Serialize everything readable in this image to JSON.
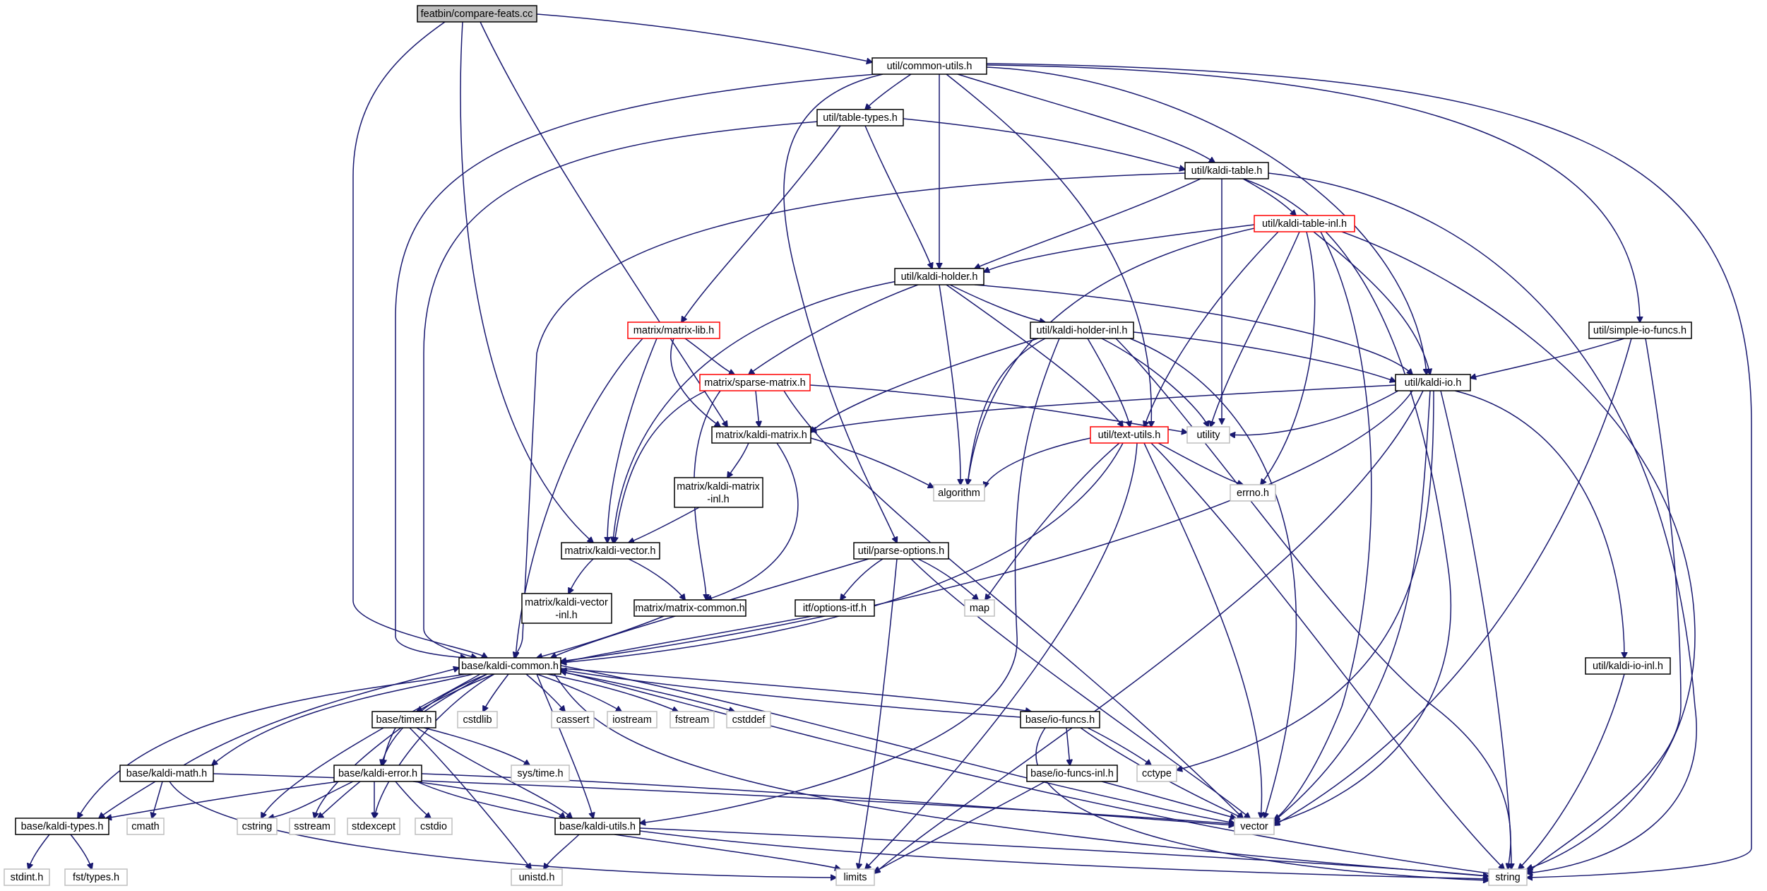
{
  "diagram": {
    "kind": "include-dependency-graph",
    "colors": {
      "edge": "#191970",
      "root_fill": "#bfbfbf",
      "normal_border": "#000000",
      "truncated_border": "#ff0000",
      "system_header_border": "#bfbfbf"
    },
    "nodes": {
      "root": "featbin/compare-feats.cc",
      "common_utils": "util/common-utils.h",
      "table_types": "util/table-types.h",
      "kaldi_table": "util/kaldi-table.h",
      "kaldi_table_inl": "util/kaldi-table-inl.h",
      "kaldi_holder": "util/kaldi-holder.h",
      "kaldi_holder_inl": "util/kaldi-holder-inl.h",
      "simple_io_funcs": "util/simple-io-funcs.h",
      "kaldi_io": "util/kaldi-io.h",
      "kaldi_io_inl": "util/kaldi-io-inl.h",
      "text_utils": "util/text-utils.h",
      "parse_options": "util/parse-options.h",
      "options_itf": "itf/options-itf.h",
      "matrix_lib": "matrix/matrix-lib.h",
      "sparse_matrix": "matrix/sparse-matrix.h",
      "kaldi_matrix": "matrix/kaldi-matrix.h",
      "kaldi_matrix_inl_1": "matrix/kaldi-matrix",
      "kaldi_matrix_inl_2": "-inl.h",
      "kaldi_vector": "matrix/kaldi-vector.h",
      "kaldi_vector_inl_1": "matrix/kaldi-vector",
      "kaldi_vector_inl_2": "-inl.h",
      "matrix_common": "matrix/matrix-common.h",
      "kaldi_common": "base/kaldi-common.h",
      "timer": "base/timer.h",
      "kaldi_error": "base/kaldi-error.h",
      "kaldi_math": "base/kaldi-math.h",
      "kaldi_types": "base/kaldi-types.h",
      "kaldi_utils": "base/kaldi-utils.h",
      "io_funcs": "base/io-funcs.h",
      "io_funcs_inl": "base/io-funcs-inl.h",
      "sys_time": "sys/time.h",
      "utility": "utility",
      "algorithm": "algorithm",
      "errno": "errno.h",
      "map": "map",
      "cstdlib": "cstdlib",
      "cassert": "cassert",
      "iostream": "iostream",
      "fstream": "fstream",
      "cstddef": "cstddef",
      "cctype": "cctype",
      "cmath": "cmath",
      "cstring": "cstring",
      "sstream": "sstream",
      "stdexcept": "stdexcept",
      "cstdio": "cstdio",
      "vector": "vector",
      "stdint": "stdint.h",
      "fst_types": "fst/types.h",
      "unistd": "unistd.h",
      "limits": "limits",
      "string": "string"
    }
  }
}
